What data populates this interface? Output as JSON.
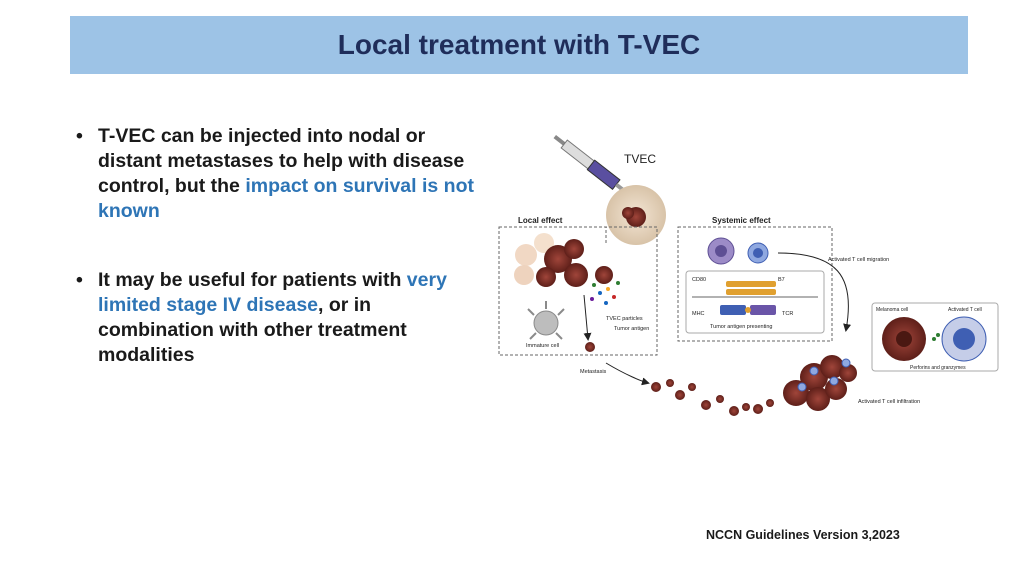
{
  "slide": {
    "title": "Local treatment with T-VEC",
    "footer": "NCCN Guidelines Version 3,2023"
  },
  "bullets": [
    {
      "parts": [
        {
          "text": "T-VEC can be injected into nodal or distant metastases to help with disease control, but the ",
          "highlight": false
        },
        {
          "text": "impact on survival is not known",
          "highlight": true
        }
      ]
    },
    {
      "parts": [
        {
          "text": "It may be useful for patients with ",
          "highlight": false
        },
        {
          "text": "very limited stage IV disease",
          "highlight": true
        },
        {
          "text": ", or in combination with other treatment modalities",
          "highlight": false
        }
      ]
    }
  ],
  "figure": {
    "tvec": "TVEC",
    "local_effect": "Local effect",
    "systemic_effect": "Systemic effect",
    "tvec_particles": "TVEC particles",
    "tumor_antigen": "Tumor antigen",
    "immature_cell": "Immature cell",
    "metastasis": "Metastasis",
    "cd80": "CD80",
    "b7": "B7",
    "mhc": "MHC",
    "tcr": "TCR",
    "tumor_antigen_presenting": "Tumor antigen presenting",
    "activated_migration": "Activated T cell migration",
    "melanoma_cell": "Melanoma cell",
    "activated_t_cell": "Activated T cell",
    "perforins": "Perforins and granzymes",
    "activated_infiltration": "Activated T cell infiltration"
  },
  "colors": {
    "title_bar": "#9dc3e6",
    "title_text": "#1f2d5a",
    "highlight": "#2e75b6",
    "tumor": "#7a2a22"
  }
}
